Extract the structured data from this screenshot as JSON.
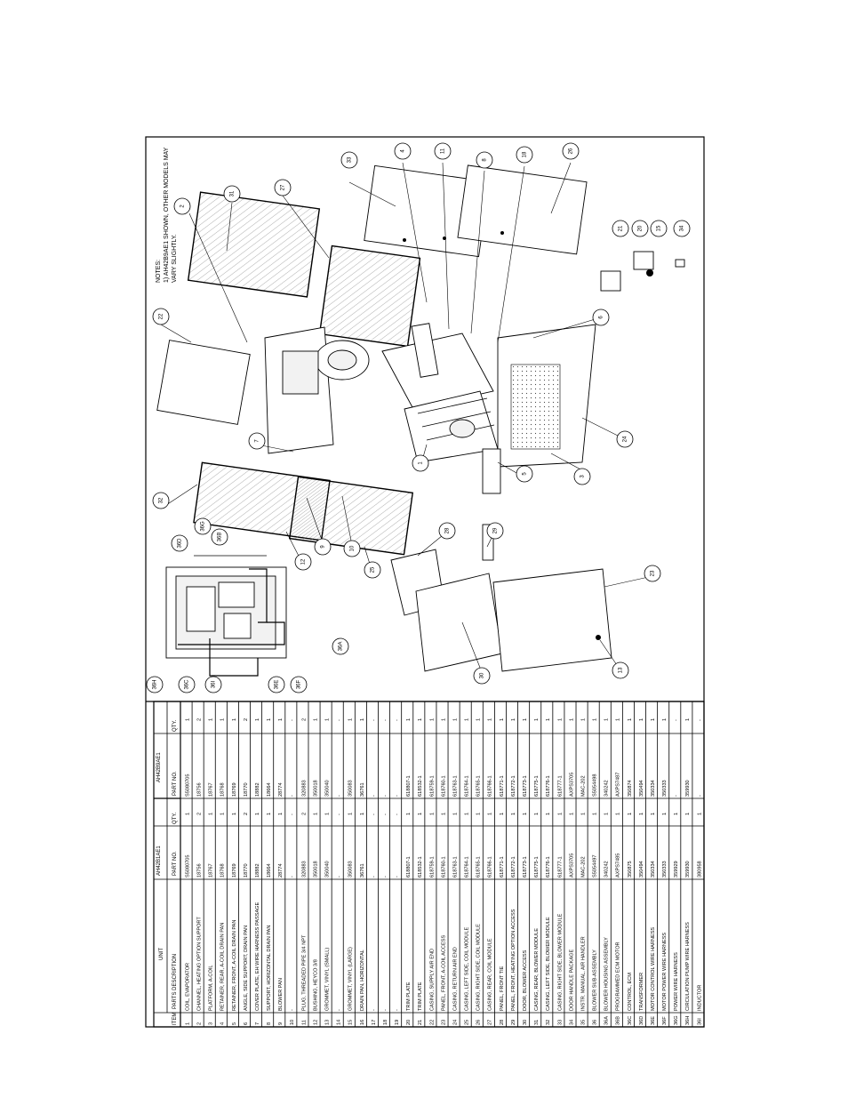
{
  "sheet": {
    "notes_title": "NOTES:",
    "notes_line1": "1) AH42B9AE1 SHOWN, OTHER MODELS MAY",
    "notes_line2": "VARY SLIGHTLY."
  },
  "table": {
    "unit_label": "UNIT",
    "col_item": "ITEM",
    "col_desc": "PARTS DESCRIPTION",
    "model_a": "AH42B1AE1",
    "model_b": "AH42B9AE1",
    "col_partno": "PART NO.",
    "col_qty": "QTY.",
    "rows": [
      {
        "item": "1",
        "desc": "COIL, EVAPORATOR",
        "pa": "S5080705",
        "qa": "1",
        "pb": "S5080705",
        "qb": "1"
      },
      {
        "item": "2",
        "desc": "CHANNEL, HEATING OPTION SUPPORT",
        "pa": "18756",
        "qa": "2",
        "pb": "18756",
        "qb": "2"
      },
      {
        "item": "3",
        "desc": "PLATFORM, A-COIL",
        "pa": "18767",
        "qa": "1",
        "pb": "18767",
        "qb": "1"
      },
      {
        "item": "4",
        "desc": "RETAINER, REAR, A-COIL DRAIN PAN",
        "pa": "18768",
        "qa": "1",
        "pb": "18768",
        "qb": "1"
      },
      {
        "item": "5",
        "desc": "RETAINER, FRONT, A-COIL DRAIN PAN",
        "pa": "18769",
        "qa": "1",
        "pb": "18769",
        "qb": "1"
      },
      {
        "item": "6",
        "desc": "ANGLE, SIDE SUPPORT, DRAIN PAN",
        "pa": "18770",
        "qa": "2",
        "pb": "18770",
        "qb": "2"
      },
      {
        "item": "7",
        "desc": "COVER PLATE, EH WIRE HARNESS PASSAGE",
        "pa": "18882",
        "qa": "1",
        "pb": "18882",
        "qb": "1"
      },
      {
        "item": "8",
        "desc": "SUPPORT, HORIZONTAL DRAIN PAN",
        "pa": "18664",
        "qa": "1",
        "pb": "18664",
        "qb": "1"
      },
      {
        "item": "9",
        "desc": "BLOWER PAN",
        "pa": "28774",
        "qa": "1",
        "pb": "28774",
        "qb": "1"
      },
      {
        "item": "10",
        "desc": "-",
        "pa": "-",
        "qa": "-",
        "pb": "-",
        "qb": "-"
      },
      {
        "item": "11",
        "desc": "PLUG, THREADED PIPE 3/4 NPT",
        "pa": "320883",
        "qa": "2",
        "pb": "320883",
        "qb": "2"
      },
      {
        "item": "12",
        "desc": "BUSHING, HEYCO 3/8",
        "pa": "350018",
        "qa": "1",
        "pb": "350018",
        "qb": "1"
      },
      {
        "item": "13",
        "desc": "GROMMET, VINYL (SMALL)",
        "pa": "350040",
        "qa": "1",
        "pb": "350040",
        "qb": "1"
      },
      {
        "item": "14",
        "desc": "-",
        "pa": "-",
        "qa": "-",
        "pb": "-",
        "qb": "-"
      },
      {
        "item": "15",
        "desc": "GROMMET, VINYL (LARGE)",
        "pa": "350083",
        "qa": "1",
        "pb": "350083",
        "qb": "1"
      },
      {
        "item": "16",
        "desc": "DRAIN PAN, HORIZONTAL",
        "pa": "36761",
        "qa": "1",
        "pb": "36761",
        "qb": "1"
      },
      {
        "item": "17",
        "desc": "-",
        "pa": "-",
        "qa": "-",
        "pb": "-",
        "qb": "-"
      },
      {
        "item": "18",
        "desc": "-",
        "pa": "-",
        "qa": "-",
        "pb": "-",
        "qb": "-"
      },
      {
        "item": "19",
        "desc": "-",
        "pa": "-",
        "qa": "-",
        "pb": "-",
        "qb": "-"
      },
      {
        "item": "20",
        "desc": "TRIM PLATE",
        "pa": "618807-1",
        "qa": "1",
        "pb": "618807-1",
        "qb": "1"
      },
      {
        "item": "21",
        "desc": "TRIM PLATE",
        "pa": "618532-1",
        "qa": "1",
        "pb": "618532-1",
        "qb": "1"
      },
      {
        "item": "22",
        "desc": "CASING, SUPPLY AIR END",
        "pa": "618759-1",
        "qa": "1",
        "pb": "618759-1",
        "qb": "1"
      },
      {
        "item": "23",
        "desc": "PANEL, FRONT, A-COIL ACCESS",
        "pa": "618760-1",
        "qa": "1",
        "pb": "618760-1",
        "qb": "1"
      },
      {
        "item": "24",
        "desc": "CASING, RETURN AIR END",
        "pa": "618763-1",
        "qa": "1",
        "pb": "618763-1",
        "qb": "1"
      },
      {
        "item": "25",
        "desc": "CASING, LEFT SIDE, COIL MODULE",
        "pa": "618764-1",
        "qa": "1",
        "pb": "618764-1",
        "qb": "1"
      },
      {
        "item": "26",
        "desc": "CASING, RIGHT SIDE, COIL MODULE",
        "pa": "618765-1",
        "qa": "1",
        "pb": "618765-1",
        "qb": "1"
      },
      {
        "item": "27",
        "desc": "CASING, REAR, COIL MODULE",
        "pa": "618766-1",
        "qa": "1",
        "pb": "618766-1",
        "qb": "1"
      },
      {
        "item": "28",
        "desc": "PANEL, FRONT TIE",
        "pa": "618771-1",
        "qa": "1",
        "pb": "618771-1",
        "qb": "1"
      },
      {
        "item": "29",
        "desc": "PANEL, FRONT, HEATING OPTION ACCESS",
        "pa": "618772-1",
        "qa": "1",
        "pb": "618772-1",
        "qb": "1"
      },
      {
        "item": "30",
        "desc": "DOOR, BLOWER ACCESS",
        "pa": "618773-1",
        "qa": "1",
        "pb": "618773-1",
        "qb": "1"
      },
      {
        "item": "31",
        "desc": "CASING, REAR, BLOWER MODULE",
        "pa": "618775-1",
        "qa": "1",
        "pb": "618775-1",
        "qb": "1"
      },
      {
        "item": "32",
        "desc": "CASING, LEFT SIDE, BLOWER MODULE",
        "pa": "618776-1",
        "qa": "1",
        "pb": "618776-1",
        "qb": "1"
      },
      {
        "item": "33",
        "desc": "CASING, RIGHT SIDE, BLOWER MODULE",
        "pa": "618777-1",
        "qa": "1",
        "pb": "618777-1",
        "qb": "1"
      },
      {
        "item": "34",
        "desc": "DOOR HANDLE PACKAGE",
        "pa": "AXPS3705",
        "qa": "1",
        "pb": "AXPS3705",
        "qb": "1"
      },
      {
        "item": "35",
        "desc": "INSTR. MANUAL, AIR HANDLER",
        "pa": "MAC-202",
        "qa": "1",
        "pb": "MAC-202",
        "qb": "1"
      },
      {
        "item": "36",
        "desc": "BLOWER SUB-ASSEMBLY",
        "pa": "S5054497",
        "qa": "1",
        "pb": "S5054498",
        "qb": "1"
      },
      {
        "item": "36A",
        "desc": "BLOWER HOUSING ASSEMBLY",
        "pa": "340242",
        "qa": "1",
        "pb": "340242",
        "qb": "1"
      },
      {
        "item": "36B",
        "desc": "PROGRAMMED ECM MOTOR",
        "pa": "AXPS7485",
        "qa": "1",
        "pb": "AXPS7487",
        "qb": "1"
      },
      {
        "item": "36C",
        "desc": "CONTROL, ECM",
        "pa": "350875",
        "qa": "1",
        "pb": "350874",
        "qb": "1"
      },
      {
        "item": "36D",
        "desc": "TRANSFORMER",
        "pa": "350494",
        "qa": "1",
        "pb": "350494",
        "qb": "1"
      },
      {
        "item": "36E",
        "desc": "MOTOR CONTROL WIRE HARNESS",
        "pa": "350334",
        "qa": "1",
        "pb": "350334",
        "qb": "1"
      },
      {
        "item": "36F",
        "desc": "MOTOR POWER WIRE HARNESS",
        "pa": "350333",
        "qa": "1",
        "pb": "350333",
        "qb": "1"
      },
      {
        "item": "36G",
        "desc": "POWER WIRE HARNESS",
        "pa": "359929",
        "qa": "1",
        "pb": "-",
        "qb": "-"
      },
      {
        "item": "36H",
        "desc": "CIRCULATION PUMP WIRE HARNESS",
        "pa": "359930",
        "qa": "1",
        "pb": "359930",
        "qb": "1"
      },
      {
        "item": "36I",
        "desc": "INDUCTOR",
        "pa": "380958",
        "qa": "1",
        "pb": "-",
        "qb": "-"
      }
    ]
  },
  "callouts": [
    {
      "label": "33"
    },
    {
      "label": "4"
    },
    {
      "label": "11"
    },
    {
      "label": "8"
    },
    {
      "label": "18"
    },
    {
      "label": "26"
    },
    {
      "label": "2"
    },
    {
      "label": "31"
    },
    {
      "label": "27"
    },
    {
      "label": "22"
    },
    {
      "label": "6"
    },
    {
      "label": "7"
    },
    {
      "label": "32"
    },
    {
      "label": "9"
    },
    {
      "label": "12"
    },
    {
      "label": "10"
    },
    {
      "label": "25"
    },
    {
      "label": "1"
    },
    {
      "label": "5"
    },
    {
      "label": "3"
    },
    {
      "label": "24"
    },
    {
      "label": "28"
    },
    {
      "label": "29"
    },
    {
      "label": "30"
    },
    {
      "label": "23"
    },
    {
      "label": "13"
    },
    {
      "label": "21"
    },
    {
      "label": "20"
    },
    {
      "label": "15"
    },
    {
      "label": "34"
    },
    {
      "label": "36D"
    },
    {
      "label": "36G"
    },
    {
      "label": "36B"
    },
    {
      "label": "36H"
    },
    {
      "label": "36C"
    },
    {
      "label": "36I"
    },
    {
      "label": "36E"
    },
    {
      "label": "36F"
    },
    {
      "label": "36A"
    }
  ]
}
